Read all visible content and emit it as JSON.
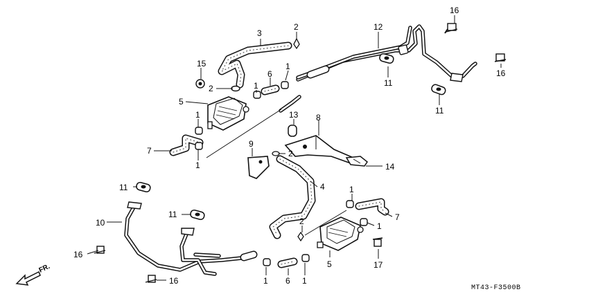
{
  "diagram": {
    "code": "MT43-F3500B",
    "direction_label": "FR.",
    "callouts": [
      "1",
      "2",
      "3",
      "4",
      "5",
      "6",
      "7",
      "8",
      "9",
      "10",
      "11",
      "12",
      "13",
      "14",
      "15",
      "16",
      "17"
    ]
  }
}
